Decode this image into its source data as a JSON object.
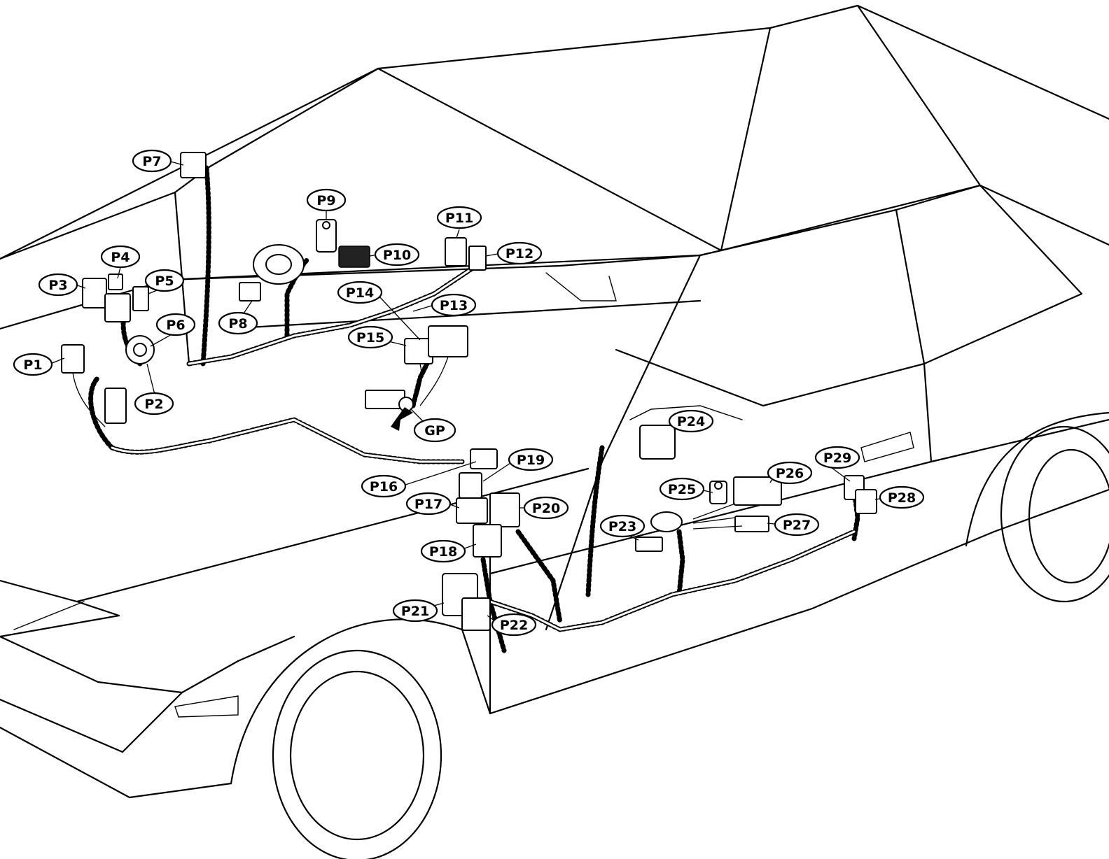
{
  "diagram": {
    "callouts": {
      "P1": "P1",
      "P2": "P2",
      "P3": "P3",
      "P4": "P4",
      "P5": "P5",
      "P6": "P6",
      "P7": "P7",
      "P8": "P8",
      "P9": "P9",
      "P10": "P10",
      "P11": "P11",
      "P12": "P12",
      "P13": "P13",
      "P14": "P14",
      "P15": "P15",
      "P16": "P16",
      "P17": "P17",
      "P18": "P18",
      "P19": "P19",
      "P20": "P20",
      "P21": "P21",
      "P22": "P22",
      "P23": "P23",
      "P24": "P24",
      "P25": "P25",
      "P26": "P26",
      "P27": "P27",
      "P28": "P28",
      "P29": "P29",
      "GP": "GP"
    }
  }
}
